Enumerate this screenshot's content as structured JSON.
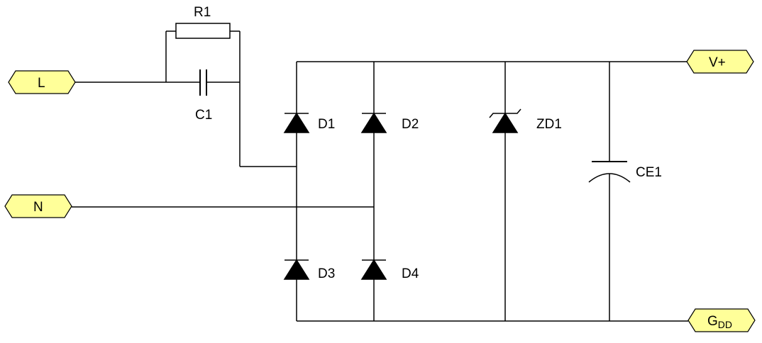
{
  "ports": {
    "L": "L",
    "N": "N",
    "VPLUS": "V+",
    "GDD_base": "G",
    "GDD_sub": "DD"
  },
  "components": {
    "R1": "R1",
    "C1": "C1",
    "D1": "D1",
    "D2": "D2",
    "D3": "D3",
    "D4": "D4",
    "ZD1": "ZD1",
    "CE1": "CE1"
  },
  "colors": {
    "wire": "#000000",
    "port_fill": "#ffff99",
    "background": "#ffffff"
  }
}
